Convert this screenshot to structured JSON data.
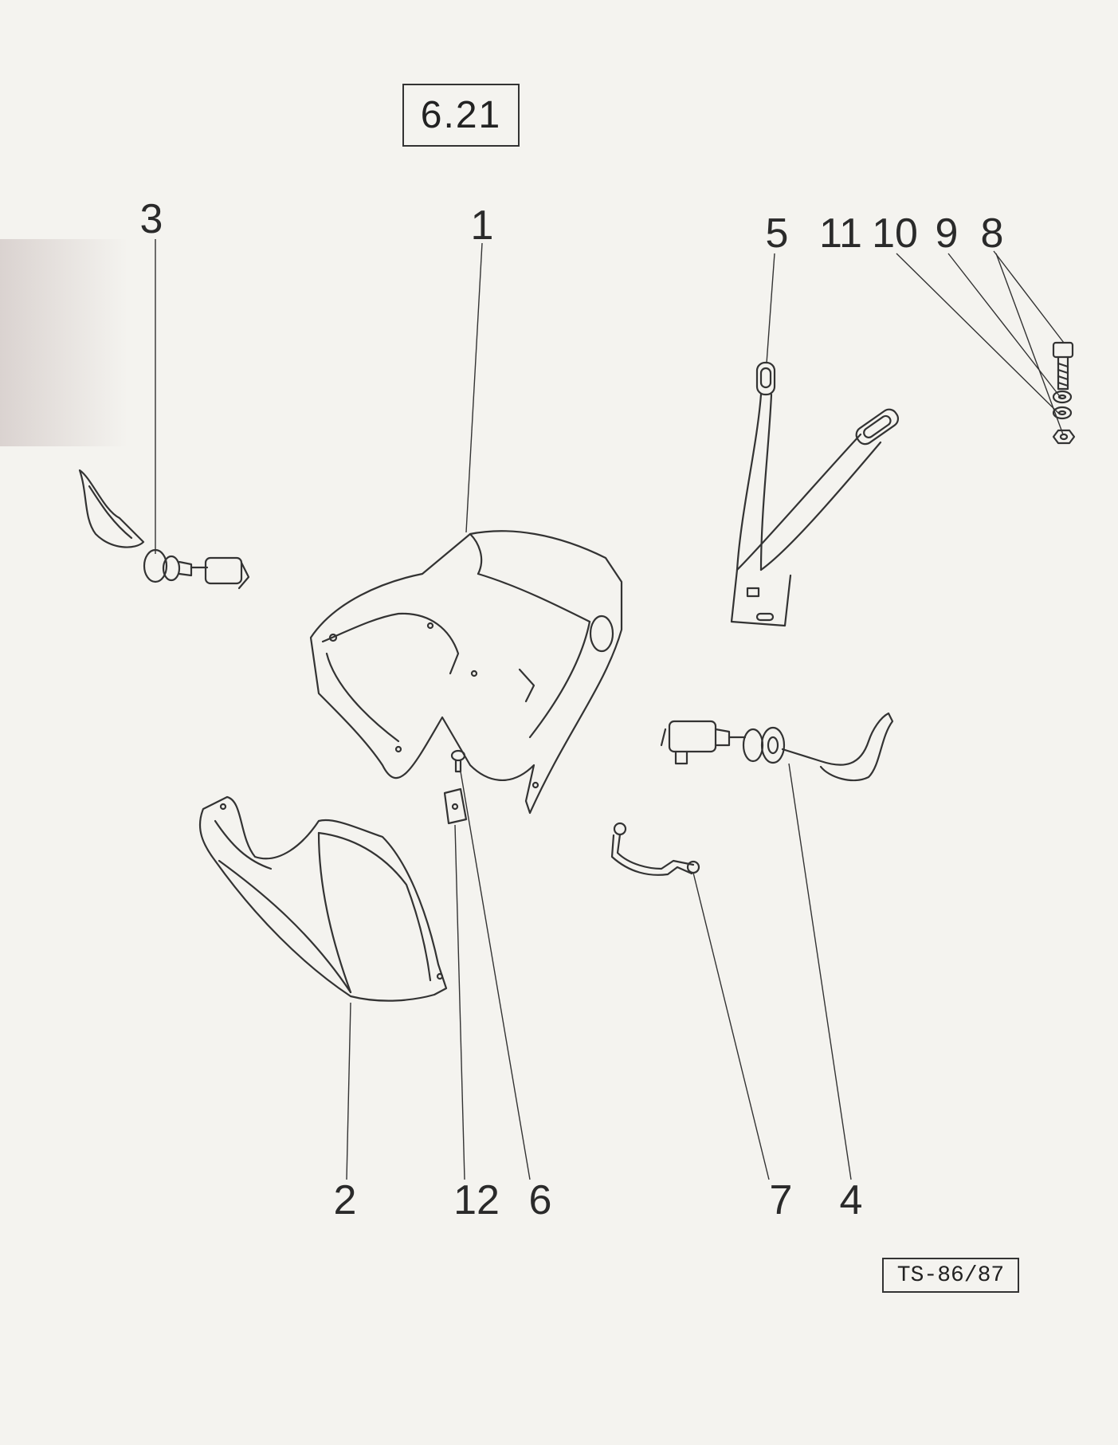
{
  "figure": {
    "section_number": "6.21",
    "drawing_code": "TS-86/87"
  },
  "callouts": [
    {
      "id": "c1",
      "label": "1"
    },
    {
      "id": "c2",
      "label": "2"
    },
    {
      "id": "c3",
      "label": "3"
    },
    {
      "id": "c4",
      "label": "4"
    },
    {
      "id": "c5",
      "label": "5"
    },
    {
      "id": "c6",
      "label": "6"
    },
    {
      "id": "c7",
      "label": "7"
    },
    {
      "id": "c8",
      "label": "8"
    },
    {
      "id": "c9",
      "label": "9"
    },
    {
      "id": "c10",
      "label": "10"
    },
    {
      "id": "c11",
      "label": "11"
    },
    {
      "id": "c12",
      "label": "12"
    }
  ],
  "colors": {
    "paper": "#f4f3ef",
    "ink": "#2a2a2a"
  }
}
